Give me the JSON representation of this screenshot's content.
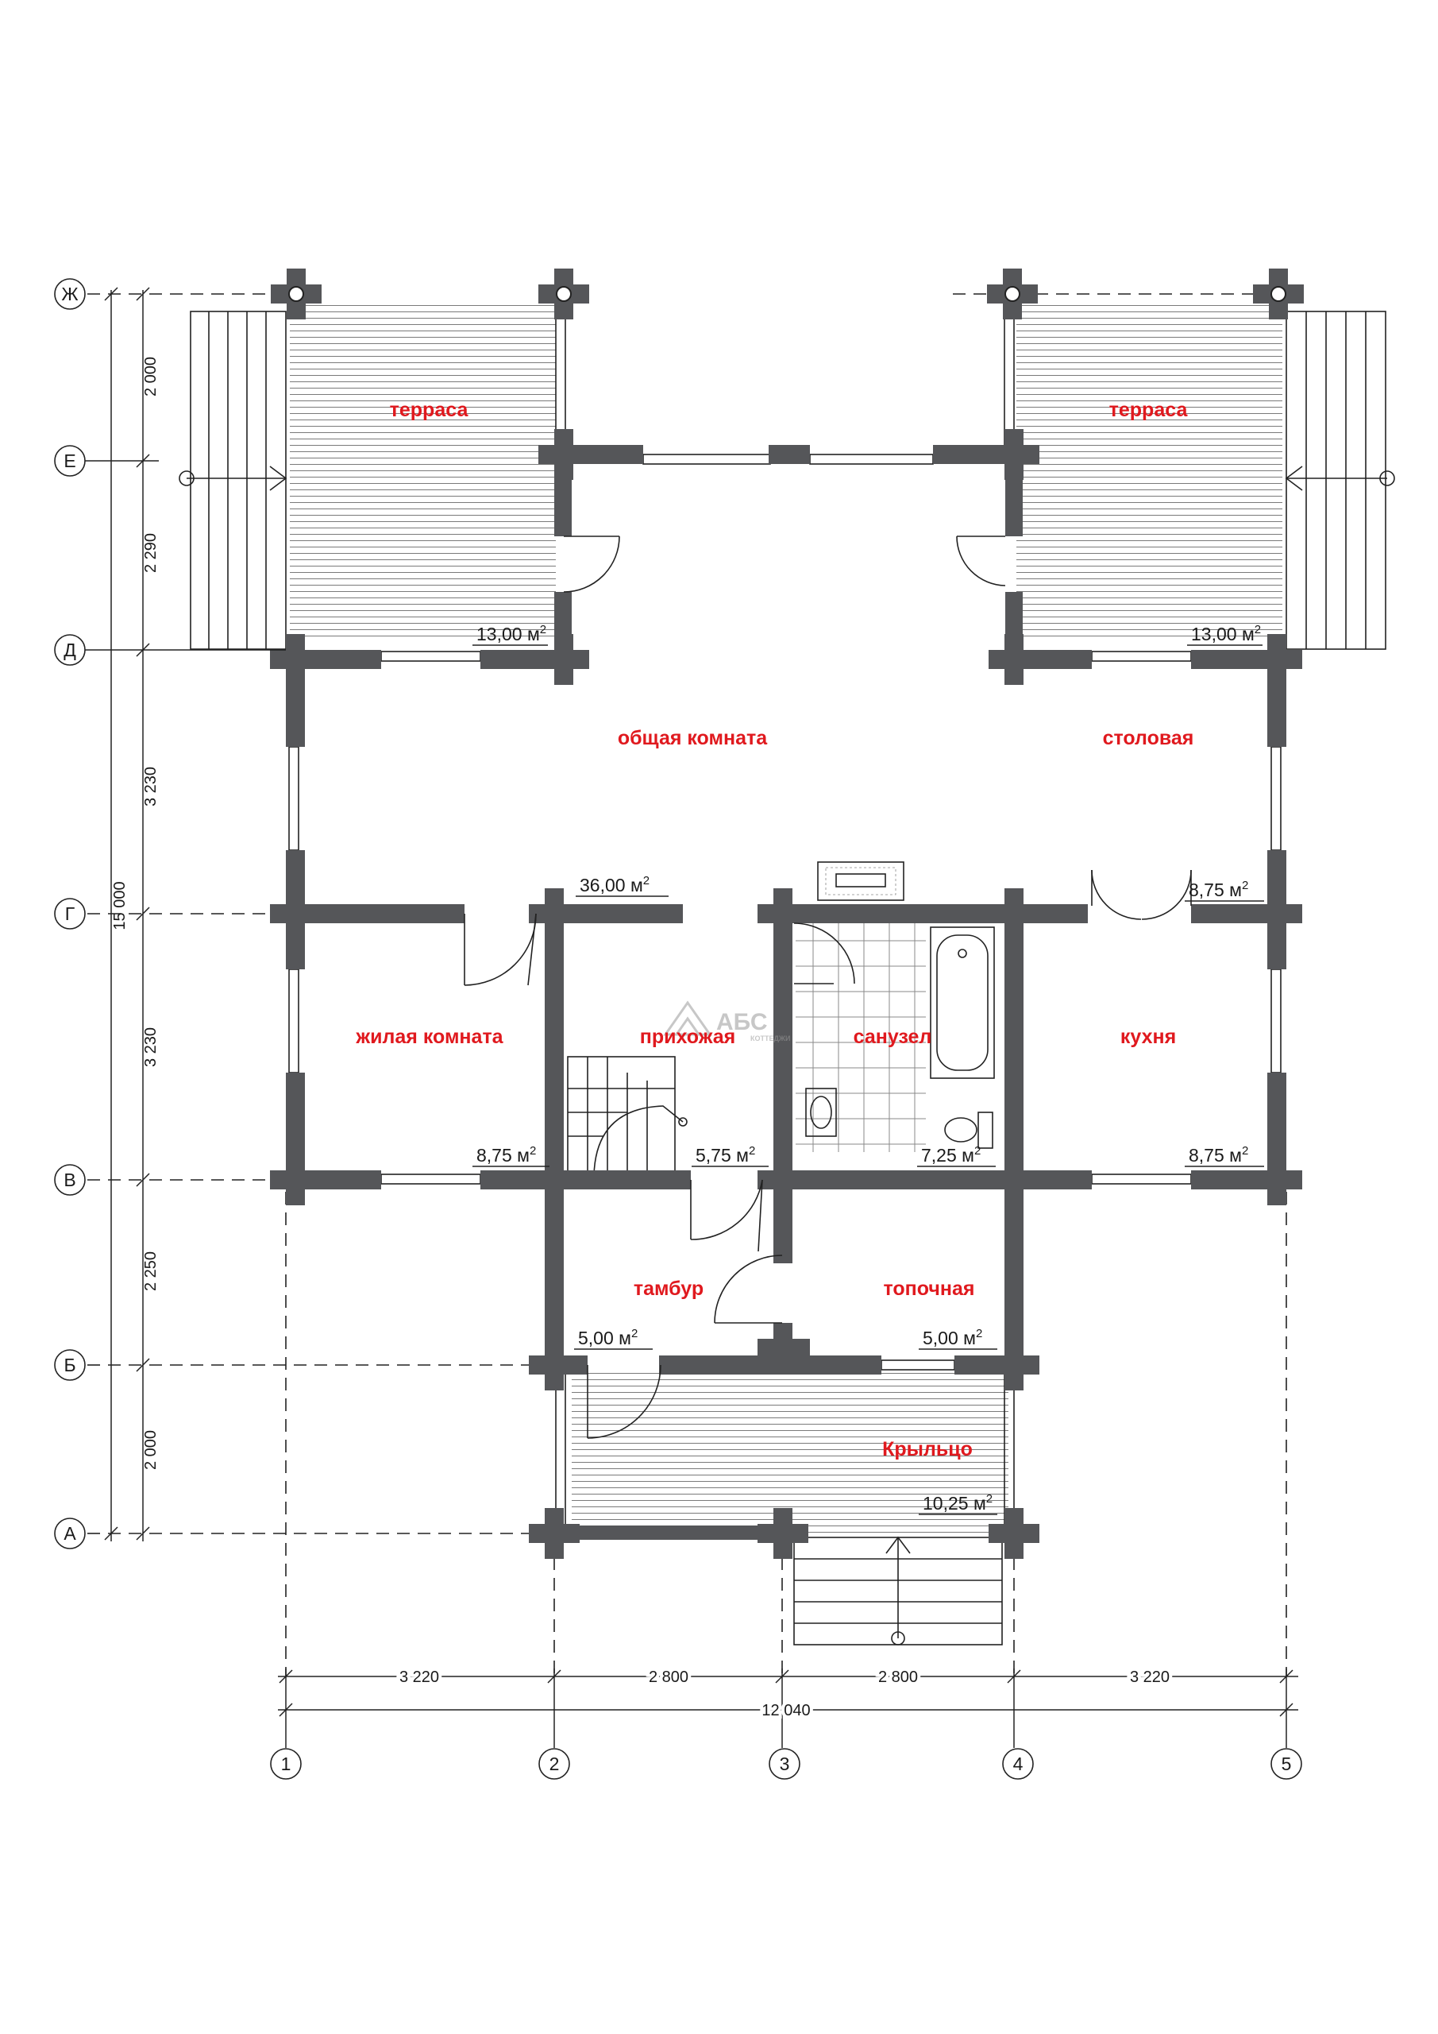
{
  "rooms": {
    "terrace_left": "терраса",
    "terrace_right": "терраса",
    "living_common": "общая комната",
    "dining": "столовая",
    "bedroom": "жилая комната",
    "hallway": "прихожая",
    "bathroom": "санузел",
    "kitchen": "кухня",
    "vestibule": "тамбур",
    "boiler": "топочная",
    "porch": "Крыльцо"
  },
  "areas": {
    "terrace_left": "13,00 м",
    "terrace_right": "13,00 м",
    "living_common": "36,00 м",
    "dining": "8,75 м",
    "bedroom": "8,75 м",
    "hallway": "5,75 м",
    "bathroom": "7,25 м",
    "kitchen": "8,75 м",
    "vestibule": "5,00 м",
    "boiler": "5,00 м",
    "porch": "10,25 м",
    "sup": "2"
  },
  "axes": {
    "rows": [
      "Ж",
      "Е",
      "Д",
      "Г",
      "В",
      "Б",
      "А"
    ],
    "cols": [
      "1",
      "2",
      "3",
      "4",
      "5"
    ]
  },
  "dimensions": {
    "vertical": [
      "2 000",
      "2 290",
      "3 230",
      "3 230",
      "2 250",
      "2 000"
    ],
    "vertical_total": "15 000",
    "horizontal": [
      "3 220",
      "2 800",
      "2 800",
      "3 220"
    ],
    "horizontal_total": "12 040"
  },
  "logo": {
    "name": "АБС",
    "tagline": "КОТТЕДЖИ"
  },
  "colors": {
    "wall": "#555659",
    "room_label": "#e0191e",
    "line": "#222222"
  }
}
